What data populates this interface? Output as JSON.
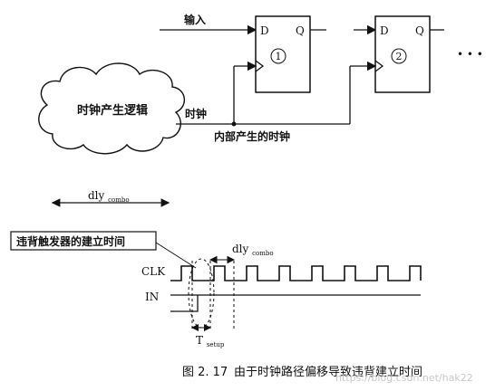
{
  "upper_diagram": {
    "input_label": "输入",
    "clock_label": "时钟",
    "internal_clock_label": "内部产生的时钟",
    "cloud_label": "时钟产生逻辑",
    "ff1": {
      "d": "D",
      "q": "Q",
      "number": "1"
    },
    "ff2": {
      "d": "D",
      "q": "Q",
      "number": "2"
    },
    "ellipsis": "• • •",
    "dly_main": "dly",
    "dly_sub": "combo"
  },
  "timing_diagram": {
    "violation_label": "违背触发器的建立时间",
    "dly_main": "dly",
    "dly_sub": "combo",
    "clk_label": "CLK",
    "in_label": "IN",
    "tsetup_main": "T",
    "tsetup_sub": "setup"
  },
  "caption": {
    "figure_number": "图 2. 17",
    "text": "由于时钟路径偏移导致违背建立时间"
  },
  "watermark": "https://blog.csdn.net/hak22",
  "colors": {
    "ink": "#111111",
    "background": "#ffffff",
    "watermark": "#c8c8c8"
  }
}
